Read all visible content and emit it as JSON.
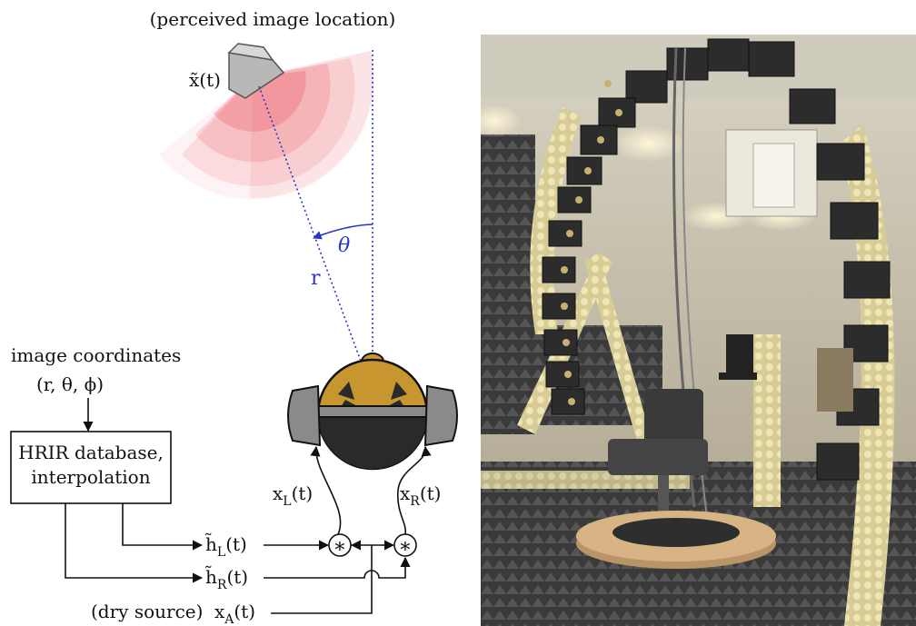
{
  "diagram": {
    "perceived_label": "(perceived image location)",
    "source_signal": "x̃(t)",
    "theta": "θ",
    "radius": "r",
    "image_coords_title": "image coordinates",
    "image_coords_values": "(r, θ, ϕ)",
    "hrir_line1": "HRIR database,",
    "hrir_line2": "interpolation",
    "h_left": "h̃",
    "h_left_sub": "L",
    "h_left_arg": "(t)",
    "h_right": "h̃",
    "h_right_sub": "R",
    "h_right_arg": "(t)",
    "dry_source": "(dry source)",
    "x_a": "x",
    "x_a_sub": "A",
    "x_a_arg": "(t)",
    "x_left": "x",
    "x_left_sub": "L",
    "x_left_arg": "(t)",
    "x_right": "x",
    "x_right_sub": "R",
    "x_right_arg": "(t)",
    "convolve_symbol": "∗"
  },
  "colors": {
    "blue_lines": "#2a36c8",
    "red_arcs": "#e8323c",
    "head_skin": "#c8962e",
    "headphone_grey": "#8a8a8a"
  },
  "photo": {
    "subject": "anechoic chamber with vertical loudspeaker arc and rotating chair"
  }
}
